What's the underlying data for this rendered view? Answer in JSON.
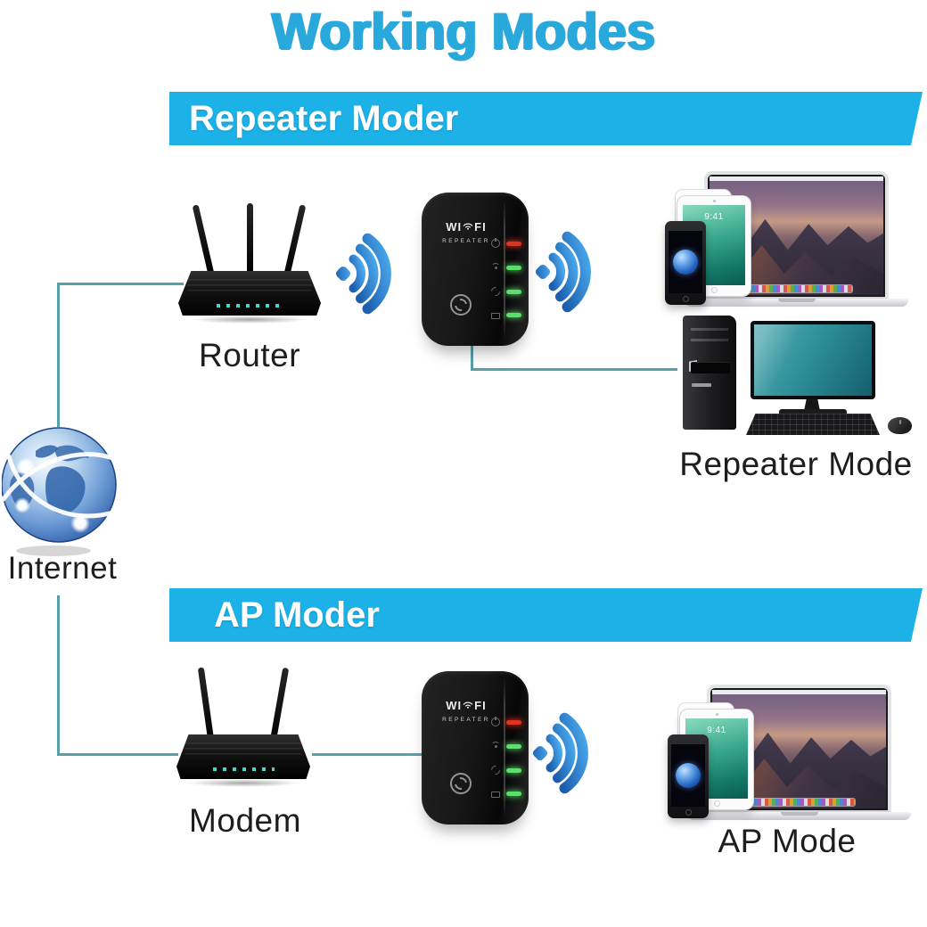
{
  "title": "Working Modes",
  "banners": {
    "repeater": "Repeater Moder",
    "ap": "AP Moder"
  },
  "labels": {
    "router": "Router",
    "modem": "Modem",
    "internet": "Internet",
    "repeater_mode": "Repeater Mode",
    "ap_mode": "AP Mode"
  },
  "repeater_device": {
    "brand_left": "WI",
    "brand_right": "FI",
    "brand_sub": "REPEATER"
  },
  "tablet": {
    "status_time": "9:41"
  },
  "colors": {
    "title": "#29a8dc",
    "banner_bg": "#1cb2e8",
    "banner_text": "#ffffff",
    "connector_line": "#58a0a8",
    "wifi_icon": "#2e7fd0",
    "label_text": "#1d1d1f",
    "led_red": "#e23222",
    "led_green": "#5ce06c"
  }
}
